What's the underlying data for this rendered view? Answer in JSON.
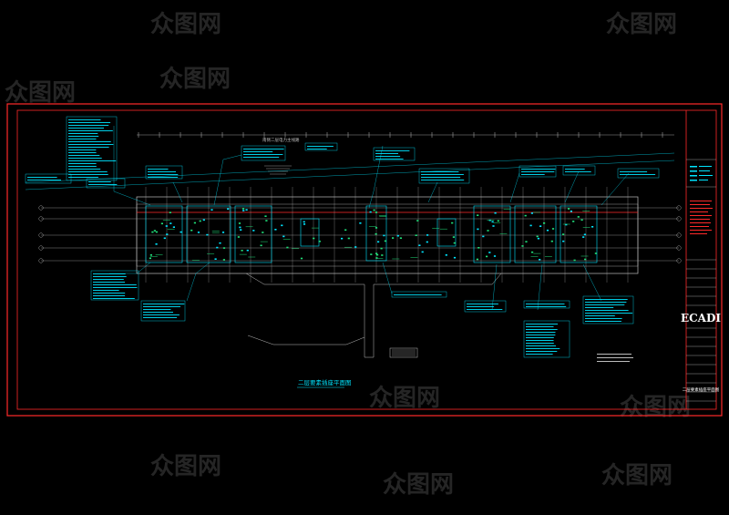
{
  "drawing": {
    "plan_title": "二层要素插座平面图",
    "top_label": "南侧二层电力主线路",
    "logo": "ECADI",
    "titleblock_name": "二层要素插座平面图"
  },
  "watermark": {
    "text": "众图网"
  },
  "colors": {
    "background": "#000000",
    "frame": "#ff2a2a",
    "cyan": "#00e5ff",
    "green": "#20e07a",
    "grey": "#bdbdbd",
    "white": "#ffffff"
  }
}
